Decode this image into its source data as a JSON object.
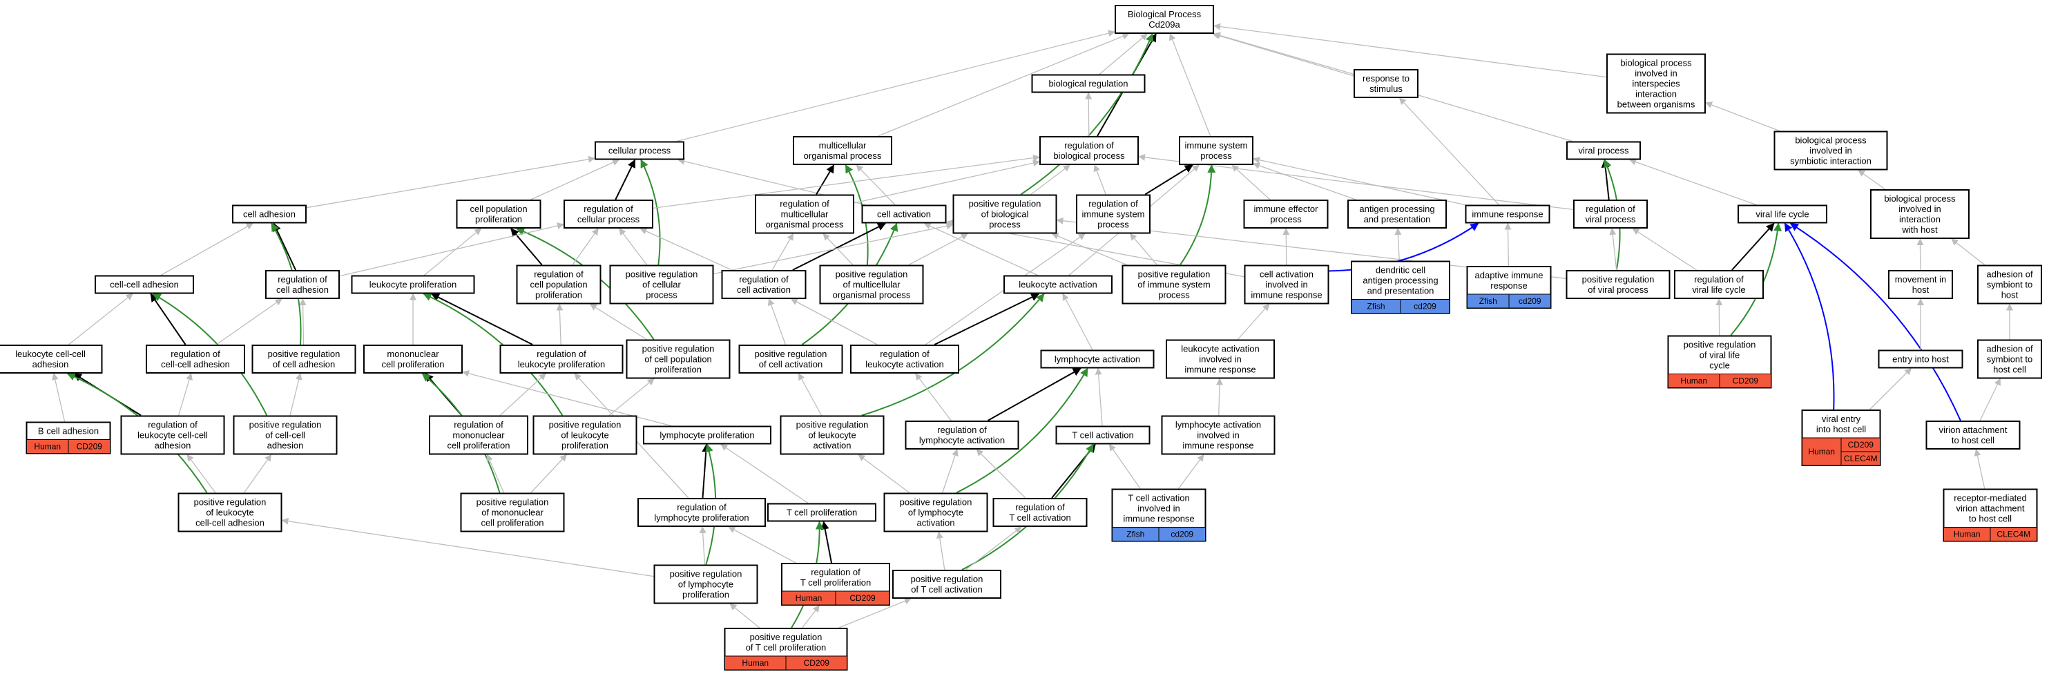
{
  "colors": {
    "edge_gray": "#bdbdbd",
    "edge_black": "#000000",
    "edge_green": "#2f8f2f",
    "edge_blue": "#0000ff",
    "human_tag": "#f4583c",
    "zfish_tag": "#5b8de8"
  },
  "nodes": [
    {
      "id": "root",
      "lines": [
        "Biological Process",
        "Cd209a"
      ]
    },
    {
      "id": "bioreg",
      "lines": [
        "biological regulation"
      ]
    },
    {
      "id": "respstim",
      "lines": [
        "response to",
        "stimulus"
      ]
    },
    {
      "id": "bpinter",
      "lines": [
        "biological process",
        "involved in",
        "interspecies",
        "interaction",
        "between organisms"
      ]
    },
    {
      "id": "cellproc",
      "lines": [
        "cellular process"
      ]
    },
    {
      "id": "multiorg",
      "lines": [
        "multicellular",
        "organismal process"
      ]
    },
    {
      "id": "regbio",
      "lines": [
        "regulation of",
        "biological process"
      ]
    },
    {
      "id": "immsys",
      "lines": [
        "immune system",
        "process"
      ]
    },
    {
      "id": "viralproc",
      "lines": [
        "viral process"
      ]
    },
    {
      "id": "bpsymb",
      "lines": [
        "biological process",
        "involved in",
        "symbiotic interaction"
      ]
    },
    {
      "id": "celladh",
      "lines": [
        "cell adhesion"
      ]
    },
    {
      "id": "cellpopprol",
      "lines": [
        "cell population",
        "proliferation"
      ]
    },
    {
      "id": "regcellproc",
      "lines": [
        "regulation of",
        "cellular process"
      ]
    },
    {
      "id": "regmulti",
      "lines": [
        "regulation of",
        "multicellular",
        "organismal process"
      ]
    },
    {
      "id": "cellact",
      "lines": [
        "cell activation"
      ]
    },
    {
      "id": "posregbio",
      "lines": [
        "positive regulation",
        "of biological",
        "process"
      ]
    },
    {
      "id": "regimm",
      "lines": [
        "regulation of",
        "immune system",
        "process"
      ]
    },
    {
      "id": "immeff",
      "lines": [
        "immune effector",
        "process"
      ]
    },
    {
      "id": "antigen",
      "lines": [
        "antigen processing",
        "and presentation"
      ]
    },
    {
      "id": "immresp",
      "lines": [
        "immune response"
      ]
    },
    {
      "id": "regviral",
      "lines": [
        "regulation of",
        "viral process"
      ]
    },
    {
      "id": "virallife",
      "lines": [
        "viral life cycle"
      ]
    },
    {
      "id": "bpinvhost",
      "lines": [
        "biological process",
        "involved in",
        "interaction",
        "with host"
      ]
    },
    {
      "id": "cellcelladh",
      "lines": [
        "cell-cell adhesion"
      ]
    },
    {
      "id": "regcelladh",
      "lines": [
        "regulation of",
        "cell adhesion"
      ]
    },
    {
      "id": "leukprol",
      "lines": [
        "leukocyte proliferation"
      ]
    },
    {
      "id": "regcellpop",
      "lines": [
        "regulation of",
        "cell population",
        "proliferation"
      ]
    },
    {
      "id": "posregcellproc",
      "lines": [
        "positive regulation",
        "of cellular",
        "process"
      ]
    },
    {
      "id": "regcellact",
      "lines": [
        "regulation of",
        "cell activation"
      ]
    },
    {
      "id": "posregmulti",
      "lines": [
        "positive regulation",
        "of multicellular",
        "organismal process"
      ]
    },
    {
      "id": "leukact",
      "lines": [
        "leukocyte activation"
      ]
    },
    {
      "id": "posregimm",
      "lines": [
        "positive regulation",
        "of immune system",
        "process"
      ]
    },
    {
      "id": "cellactimm",
      "lines": [
        "cell activation",
        "involved in",
        "immune response"
      ]
    },
    {
      "id": "dendritic",
      "lines": [
        "dendritic cell",
        "antigen processing",
        "and presentation"
      ],
      "tags": [
        [
          "Zfish",
          "cd209"
        ]
      ]
    },
    {
      "id": "adaptive",
      "lines": [
        "adaptive immune",
        "response"
      ],
      "tags": [
        [
          "Zfish",
          "cd209"
        ]
      ]
    },
    {
      "id": "posregviral",
      "lines": [
        "positive regulation",
        "of viral process"
      ]
    },
    {
      "id": "regvirallife",
      "lines": [
        "regulation of",
        "viral life cycle"
      ]
    },
    {
      "id": "movehost",
      "lines": [
        "movement in",
        "host"
      ]
    },
    {
      "id": "adhsymb",
      "lines": [
        "adhesion of",
        "symbiont to",
        "host"
      ]
    },
    {
      "id": "leukccadh",
      "lines": [
        "leukocyte cell-cell",
        "adhesion"
      ]
    },
    {
      "id": "regccadh",
      "lines": [
        "regulation of",
        "cell-cell adhesion"
      ]
    },
    {
      "id": "posregcelladh",
      "lines": [
        "positive regulation",
        "of cell adhesion"
      ]
    },
    {
      "id": "mononuc",
      "lines": [
        "mononuclear",
        "cell proliferation"
      ]
    },
    {
      "id": "regleukprol",
      "lines": [
        "regulation of",
        "leukocyte proliferation"
      ]
    },
    {
      "id": "posregcellpop",
      "lines": [
        "positive regulation",
        "of cell population",
        "proliferation"
      ]
    },
    {
      "id": "posregcellact",
      "lines": [
        "positive regulation",
        "of cell activation"
      ]
    },
    {
      "id": "regleukact",
      "lines": [
        "regulation of",
        "leukocyte activation"
      ]
    },
    {
      "id": "lymphact",
      "lines": [
        "lymphocyte activation"
      ]
    },
    {
      "id": "leukactimm",
      "lines": [
        "leukocyte activation",
        "involved in",
        "immune response"
      ]
    },
    {
      "id": "posregvirallife",
      "lines": [
        "positive regulation",
        "of viral life",
        "cycle"
      ],
      "tags": [
        [
          "Human",
          "CD209"
        ]
      ]
    },
    {
      "id": "entryhost",
      "lines": [
        "entry into host"
      ]
    },
    {
      "id": "adhsymbcell",
      "lines": [
        "adhesion of",
        "symbiont to",
        "host cell"
      ]
    },
    {
      "id": "bcelladh",
      "lines": [
        "B cell adhesion"
      ],
      "tags": [
        [
          "Human",
          "CD209"
        ]
      ]
    },
    {
      "id": "regleukccadh",
      "lines": [
        "regulation of",
        "leukocyte cell-cell",
        "adhesion"
      ]
    },
    {
      "id": "posregccadh",
      "lines": [
        "positive regulation",
        "of cell-cell",
        "adhesion"
      ]
    },
    {
      "id": "regmononuc",
      "lines": [
        "regulation of",
        "mononuclear",
        "cell proliferation"
      ]
    },
    {
      "id": "posregleukprol",
      "lines": [
        "positive regulation",
        "of leukocyte",
        "proliferation"
      ]
    },
    {
      "id": "posregleukact",
      "lines": [
        "positive regulation",
        "of leukocyte",
        "activation"
      ]
    },
    {
      "id": "reglymphact",
      "lines": [
        "regulation of",
        "lymphocyte activation"
      ]
    },
    {
      "id": "tcellact",
      "lines": [
        "T cell activation"
      ]
    },
    {
      "id": "lymphactimm",
      "lines": [
        "lymphocyte activation",
        "involved in",
        "immune response"
      ]
    },
    {
      "id": "viralentry",
      "lines": [
        "viral entry",
        "into host cell"
      ],
      "tags": [
        [
          "Human",
          "CD209",
          "CLEC4M"
        ]
      ]
    },
    {
      "id": "virionattach",
      "lines": [
        "virion attachment",
        "to host cell"
      ]
    },
    {
      "id": "lymphprol",
      "lines": [
        "lymphocyte proliferation"
      ]
    },
    {
      "id": "posregleukccadh",
      "lines": [
        "positive regulation",
        "of leukocyte",
        "cell-cell adhesion"
      ]
    },
    {
      "id": "posregmononuc",
      "lines": [
        "positive regulation",
        "of mononuclear",
        "cell proliferation"
      ]
    },
    {
      "id": "reglymphprol",
      "lines": [
        "regulation of",
        "lymphocyte proliferation"
      ]
    },
    {
      "id": "tcellprol",
      "lines": [
        "T cell proliferation"
      ]
    },
    {
      "id": "posreglymphact",
      "lines": [
        "positive regulation",
        "of lymphocyte",
        "activation"
      ]
    },
    {
      "id": "regtcellact",
      "lines": [
        "regulation of",
        "T cell activation"
      ]
    },
    {
      "id": "tcellactimm",
      "lines": [
        "T cell activation",
        "involved in",
        "immune response"
      ],
      "tags": [
        [
          "Zfish",
          "cd209"
        ]
      ]
    },
    {
      "id": "receptor",
      "lines": [
        "receptor-mediated",
        "virion attachment",
        "to host cell"
      ],
      "tags": [
        [
          "Human",
          "CLEC4M"
        ]
      ]
    },
    {
      "id": "regtcellprol",
      "lines": [
        "regulation of",
        "T cell proliferation"
      ],
      "tags": [
        [
          "Human",
          "CD209"
        ]
      ]
    },
    {
      "id": "posregtcellact",
      "lines": [
        "positive regulation",
        "of T cell activation"
      ]
    },
    {
      "id": "posreglymphprol",
      "lines": [
        "positive regulation",
        "of lymphocyte",
        "proliferation"
      ]
    },
    {
      "id": "posregtcellprol",
      "lines": [
        "positive regulation",
        "of T cell proliferation"
      ],
      "tags": [
        [
          "Human",
          "CD209"
        ]
      ]
    }
  ],
  "edges": [
    [
      "bioreg",
      "root",
      "gray"
    ],
    [
      "respstim",
      "root",
      "gray"
    ],
    [
      "bpinter",
      "root",
      "gray"
    ],
    [
      "cellproc",
      "root",
      "gray"
    ],
    [
      "multiorg",
      "root",
      "gray"
    ],
    [
      "regbio",
      "root",
      "black"
    ],
    [
      "immsys",
      "root",
      "gray"
    ],
    [
      "posregbio",
      "root",
      "green"
    ],
    [
      "viralproc",
      "root",
      "gray"
    ],
    [
      "regbio",
      "bioreg",
      "gray"
    ],
    [
      "immresp",
      "respstim",
      "gray"
    ],
    [
      "bpsymb",
      "bpinter",
      "gray"
    ],
    [
      "celladh",
      "cellproc",
      "gray"
    ],
    [
      "cellpopprol",
      "cellproc",
      "gray"
    ],
    [
      "regcellproc",
      "cellproc",
      "black"
    ],
    [
      "cellact",
      "cellproc",
      "gray"
    ],
    [
      "posregcellproc",
      "cellproc",
      "green"
    ],
    [
      "regmulti",
      "multiorg",
      "black"
    ],
    [
      "cellact",
      "multiorg",
      "gray"
    ],
    [
      "posregmulti",
      "multiorg",
      "green"
    ],
    [
      "regcellproc",
      "regbio",
      "gray"
    ],
    [
      "regmulti",
      "regbio",
      "gray"
    ],
    [
      "posregbio",
      "regbio",
      "gray"
    ],
    [
      "regimm",
      "regbio",
      "gray"
    ],
    [
      "regviral",
      "regbio",
      "gray"
    ],
    [
      "regimm",
      "immsys",
      "black"
    ],
    [
      "immeff",
      "immsys",
      "gray"
    ],
    [
      "antigen",
      "immsys",
      "gray"
    ],
    [
      "immresp",
      "immsys",
      "gray"
    ],
    [
      "posregimm",
      "immsys",
      "green"
    ],
    [
      "leukact",
      "immsys",
      "gray"
    ],
    [
      "regviral",
      "viralproc",
      "black"
    ],
    [
      "virallife",
      "viralproc",
      "gray"
    ],
    [
      "posregviral",
      "viralproc",
      "green"
    ],
    [
      "bpinvhost",
      "bpsymb",
      "gray"
    ],
    [
      "cellcelladh",
      "celladh",
      "gray"
    ],
    [
      "regcelladh",
      "celladh",
      "black"
    ],
    [
      "posregcelladh",
      "celladh",
      "green"
    ],
    [
      "leukprol",
      "cellpopprol",
      "gray"
    ],
    [
      "regcellpop",
      "cellpopprol",
      "black"
    ],
    [
      "posregcellpop",
      "cellpopprol",
      "green"
    ],
    [
      "regcelladh",
      "regcellproc",
      "gray"
    ],
    [
      "regcellpop",
      "regcellproc",
      "gray"
    ],
    [
      "posregcellproc",
      "regcellproc",
      "gray"
    ],
    [
      "regcellact",
      "regcellproc",
      "gray"
    ],
    [
      "regcellact",
      "regmulti",
      "gray"
    ],
    [
      "posregmulti",
      "regmulti",
      "gray"
    ],
    [
      "regcellact",
      "cellact",
      "black"
    ],
    [
      "leukact",
      "cellact",
      "gray"
    ],
    [
      "posregcellact",
      "cellact",
      "green"
    ],
    [
      "cellactimm",
      "cellact",
      "gray"
    ],
    [
      "posregcellproc",
      "posregbio",
      "gray"
    ],
    [
      "posregmulti",
      "posregbio",
      "gray"
    ],
    [
      "posregimm",
      "posregbio",
      "gray"
    ],
    [
      "posregviral",
      "posregbio",
      "gray"
    ],
    [
      "posregimm",
      "regimm",
      "gray"
    ],
    [
      "regleukact",
      "regimm",
      "gray"
    ],
    [
      "cellactimm",
      "immeff",
      "gray"
    ],
    [
      "dendritic",
      "antigen",
      "gray"
    ],
    [
      "cellactimm",
      "immresp",
      "blue"
    ],
    [
      "adaptive",
      "immresp",
      "gray"
    ],
    [
      "posregviral",
      "regviral",
      "gray"
    ],
    [
      "regvirallife",
      "regviral",
      "gray"
    ],
    [
      "regvirallife",
      "virallife",
      "black"
    ],
    [
      "viralentry",
      "virallife",
      "blue"
    ],
    [
      "virionattach",
      "virallife",
      "blue"
    ],
    [
      "posregvirallife",
      "virallife",
      "green"
    ],
    [
      "movehost",
      "bpinvhost",
      "gray"
    ],
    [
      "adhsymb",
      "bpinvhost",
      "gray"
    ],
    [
      "leukccadh",
      "cellcelladh",
      "gray"
    ],
    [
      "regccadh",
      "cellcelladh",
      "black"
    ],
    [
      "posregccadh",
      "cellcelladh",
      "green"
    ],
    [
      "regccadh",
      "regcelladh",
      "gray"
    ],
    [
      "posregcelladh",
      "regcelladh",
      "gray"
    ],
    [
      "mononuc",
      "leukprol",
      "gray"
    ],
    [
      "regleukprol",
      "leukprol",
      "black"
    ],
    [
      "posregleukprol",
      "leukprol",
      "green"
    ],
    [
      "regleukprol",
      "regcellpop",
      "gray"
    ],
    [
      "posregcellpop",
      "regcellpop",
      "gray"
    ],
    [
      "posregcellact",
      "regcellact",
      "gray"
    ],
    [
      "regleukact",
      "regcellact",
      "gray"
    ],
    [
      "regleukact",
      "leukact",
      "black"
    ],
    [
      "lymphact",
      "leukact",
      "gray"
    ],
    [
      "posregleukact",
      "leukact",
      "green"
    ],
    [
      "leukactimm",
      "cellactimm",
      "gray"
    ],
    [
      "posregvirallife",
      "regvirallife",
      "gray"
    ],
    [
      "entryhost",
      "movehost",
      "gray"
    ],
    [
      "adhsymbcell",
      "adhsymb",
      "gray"
    ],
    [
      "bcelladh",
      "leukccadh",
      "gray"
    ],
    [
      "regleukccadh",
      "leukccadh",
      "black"
    ],
    [
      "posregleukccadh",
      "leukccadh",
      "green"
    ],
    [
      "regleukccadh",
      "regccadh",
      "gray"
    ],
    [
      "posregccadh",
      "posregcelladh",
      "gray"
    ],
    [
      "regmononuc",
      "mononuc",
      "black"
    ],
    [
      "posregmononuc",
      "mononuc",
      "green"
    ],
    [
      "regmononuc",
      "regleukprol",
      "gray"
    ],
    [
      "posregleukprol",
      "posregcellpop",
      "gray"
    ],
    [
      "posregleukact",
      "posregcellact",
      "gray"
    ],
    [
      "reglymphact",
      "regleukact",
      "gray"
    ],
    [
      "reglymphact",
      "lymphact",
      "black"
    ],
    [
      "tcellact",
      "lymphact",
      "gray"
    ],
    [
      "posreglymphact",
      "lymphact",
      "green"
    ],
    [
      "lymphactimm",
      "leukactimm",
      "gray"
    ],
    [
      "viralentry",
      "entryhost",
      "gray"
    ],
    [
      "virionattach",
      "adhsymbcell",
      "gray"
    ],
    [
      "posregleukccadh",
      "regleukccadh",
      "gray"
    ],
    [
      "posregleukccadh",
      "posregccadh",
      "gray"
    ],
    [
      "posregmononuc",
      "regmononuc",
      "gray"
    ],
    [
      "posregmononuc",
      "posregleukprol",
      "gray"
    ],
    [
      "lymphprol",
      "mononuc",
      "gray"
    ],
    [
      "reglymphprol",
      "lymphprol",
      "black"
    ],
    [
      "tcellprol",
      "lymphprol",
      "gray"
    ],
    [
      "posreglymphprol",
      "lymphprol",
      "green"
    ],
    [
      "posreglymphact",
      "posregleukact",
      "gray"
    ],
    [
      "posreglymphact",
      "reglymphact",
      "gray"
    ],
    [
      "regtcellact",
      "reglymphact",
      "gray"
    ],
    [
      "regtcellact",
      "tcellact",
      "black"
    ],
    [
      "tcellactimm",
      "tcellact",
      "gray"
    ],
    [
      "posregtcellact",
      "tcellact",
      "green"
    ],
    [
      "tcellactimm",
      "lymphactimm",
      "gray"
    ],
    [
      "receptor",
      "virionattach",
      "gray"
    ],
    [
      "posreglymphprol",
      "posregleukccadh",
      "gray"
    ],
    [
      "reglymphprol",
      "regleukprol",
      "gray"
    ],
    [
      "posreglymphprol",
      "reglymphprol",
      "gray"
    ],
    [
      "regtcellprol",
      "reglymphprol",
      "gray"
    ],
    [
      "regtcellprol",
      "tcellprol",
      "black"
    ],
    [
      "posregtcellprol",
      "tcellprol",
      "green"
    ],
    [
      "posregtcellact",
      "regtcellact",
      "gray"
    ],
    [
      "posregtcellact",
      "posreglymphact",
      "gray"
    ],
    [
      "posregtcellprol",
      "posreglymphprol",
      "gray"
    ],
    [
      "posregtcellprol",
      "regtcellprol",
      "gray"
    ],
    [
      "posregtcellprol",
      "posregtcellact",
      "gray"
    ]
  ]
}
